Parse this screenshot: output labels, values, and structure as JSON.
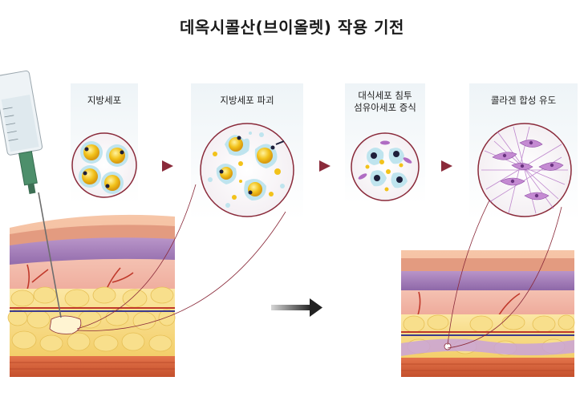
{
  "title": "데옥시콜산(브이올렛) 작용 기전",
  "steps": [
    {
      "label": "지방세포"
    },
    {
      "label": "지방세포 파괴"
    },
    {
      "label_line1": "대식세포 침투",
      "label_line2": "섬유아세포 증식"
    },
    {
      "label": "콜라겐 합성 유도"
    }
  ],
  "colors": {
    "arrow_step": "#8a2a3a",
    "arrow_main": "#222222",
    "fat_yellow": "#f2c21a",
    "membrane": "#bfe4ee",
    "skin_pink": "#f2b39d",
    "skin_purple": "#a17bb9",
    "fat_layer": "#f7dc86",
    "muscle": "#d9603a",
    "collagen_purple": "#b06cc3"
  },
  "icons": [
    "syringe-icon",
    "arrow-right-icon"
  ]
}
